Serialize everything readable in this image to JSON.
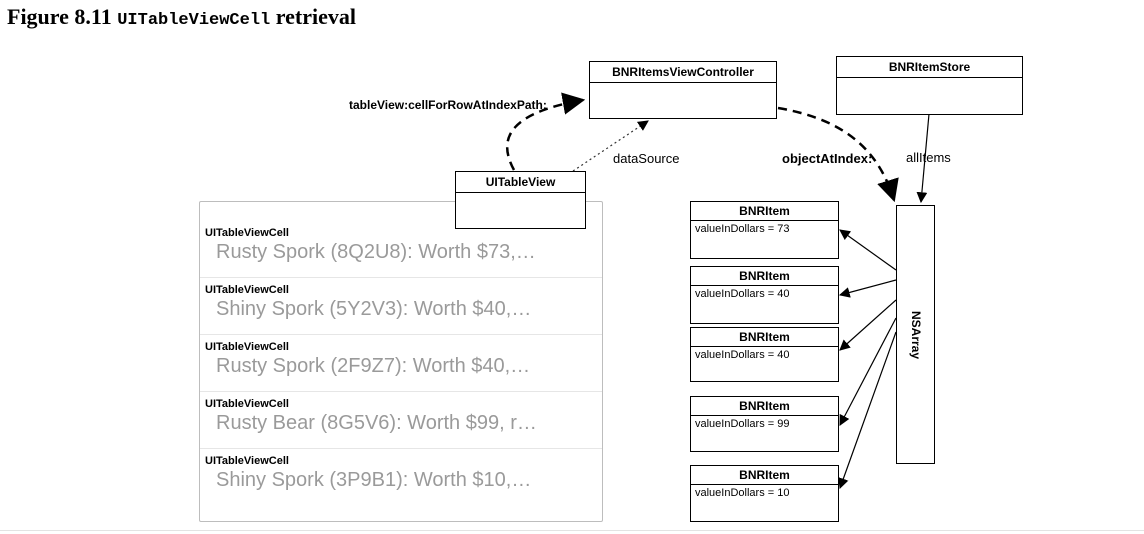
{
  "figure": {
    "prefix": "Figure 8.11",
    "code": "UITableViewCell",
    "suffix": "retrieval"
  },
  "boxes": {
    "view_controller": "BNRItemsViewController",
    "item_store": "BNRItemStore",
    "table_view": "UITableView",
    "ns_array": "NSArray"
  },
  "labels": {
    "cell_for_row": "tableView:cellForRowAtIndexPath:",
    "data_source": "dataSource",
    "object_at_index": "objectAtIndex:",
    "all_items": "allItems"
  },
  "table_cells": [
    {
      "type": "UITableViewCell",
      "text": "Rusty Spork (8Q2U8): Worth $73,…"
    },
    {
      "type": "UITableViewCell",
      "text": "Shiny Spork (5Y2V3): Worth $40,…"
    },
    {
      "type": "UITableViewCell",
      "text": "Rusty Spork (2F9Z7): Worth $40,…"
    },
    {
      "type": "UITableViewCell",
      "text": "Rusty Bear (8G5V6): Worth $99, r…"
    },
    {
      "type": "UITableViewCell",
      "text": "Shiny Spork (3P9B1): Worth $10,…"
    }
  ],
  "items": [
    {
      "class": "BNRItem",
      "value": "valueInDollars = 73"
    },
    {
      "class": "BNRItem",
      "value": "valueInDollars = 40"
    },
    {
      "class": "BNRItem",
      "value": "valueInDollars = 40"
    },
    {
      "class": "BNRItem",
      "value": "valueInDollars = 99"
    },
    {
      "class": "BNRItem",
      "value": "valueInDollars = 10"
    }
  ]
}
